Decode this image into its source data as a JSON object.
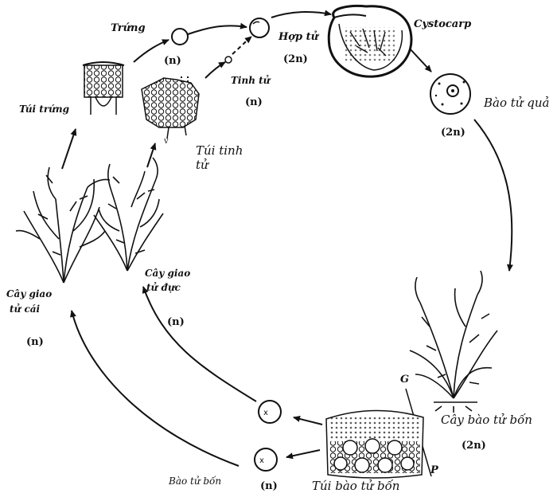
{
  "colors": {
    "ink": "#111111",
    "background": "#ffffff"
  },
  "labels": {
    "trung": "Trứng",
    "trung_ploidy": "(n)",
    "hop_tu": "Hợp tử",
    "hop_tu_ploidy": "(2n)",
    "cystocarp": "Cystocarp",
    "tinh_tu": "Tinh tử",
    "tinh_tu_ploidy": "(n)",
    "tui_trung": "Túi trứng",
    "tui_tinh_tu_line1": "Túi tinh",
    "tui_tinh_tu_line2": "tử",
    "bao_tu_qua": "Bào tử quả",
    "bao_tu_qua_ploidy": "(2n)",
    "cay_giao_tu_cai_line1": "Cây giao",
    "cay_giao_tu_cai_line2": "tử cái",
    "cay_giao_tu_cai_ploidy": "(n)",
    "cay_giao_tu_duc_line1": "Cây giao",
    "cay_giao_tu_duc_line2": "tử đực",
    "cay_giao_tu_duc_ploidy": "(n)",
    "g_marker": "G",
    "p_marker": "P",
    "cay_bao_tu_bon": "Cây bào tử bốn",
    "cay_bao_tu_bon_ploidy": "(2n)",
    "tui_bao_tu_bon": "Túi bào tử bốn",
    "bao_tu_bon": "Bào tử bốn",
    "bao_tu_bon_ploidy": "(n)"
  }
}
